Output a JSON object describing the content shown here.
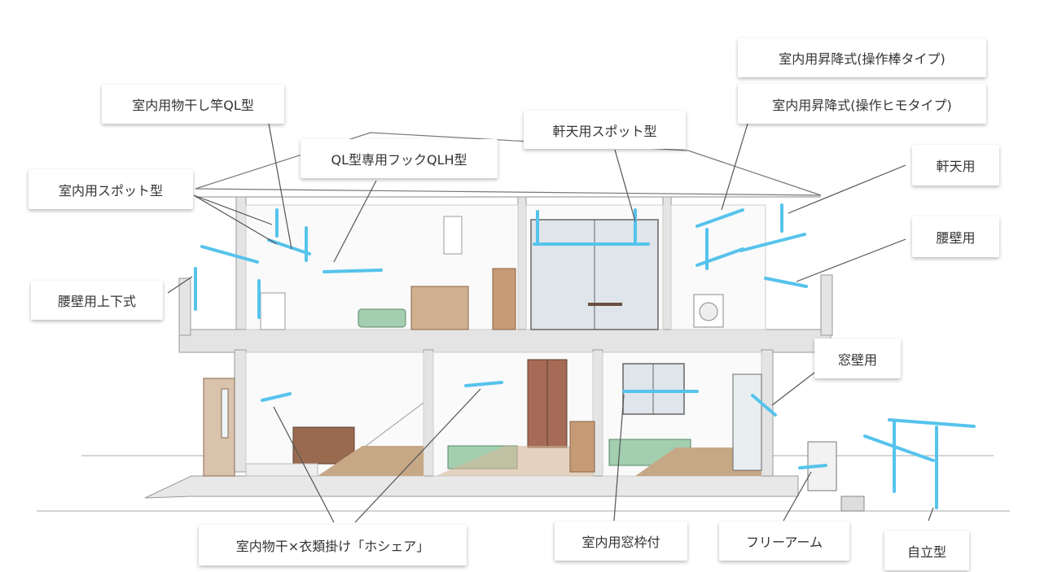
{
  "colors": {
    "accent_blue": "#56c3ec",
    "wall_gray": "#e3e3e3",
    "wood_brown": "#a07860",
    "line_gray": "#555555"
  },
  "labels": {
    "indoor_pole_ql": "室内用物干し竿QL型",
    "ql_hook_qlh": "QL型専用フックQLH型",
    "eave_spot": "軒天用スポット型",
    "indoor_lift_rod": "室内用昇降式(操作棒タイプ)",
    "indoor_lift_cord": "室内用昇降式(操作ヒモタイプ)",
    "indoor_spot": "室内用スポット型",
    "eave_ceiling": "軒天用",
    "waist_wall": "腰壁用",
    "waist_wall_updown": "腰壁用上下式",
    "window_wall": "窓壁用",
    "indoor_hoshea": "室内物干×衣類掛け「ホシェア」",
    "indoor_window_frame": "室内用窓枠付",
    "free_arm": "フリーアーム",
    "freestanding": "自立型"
  }
}
